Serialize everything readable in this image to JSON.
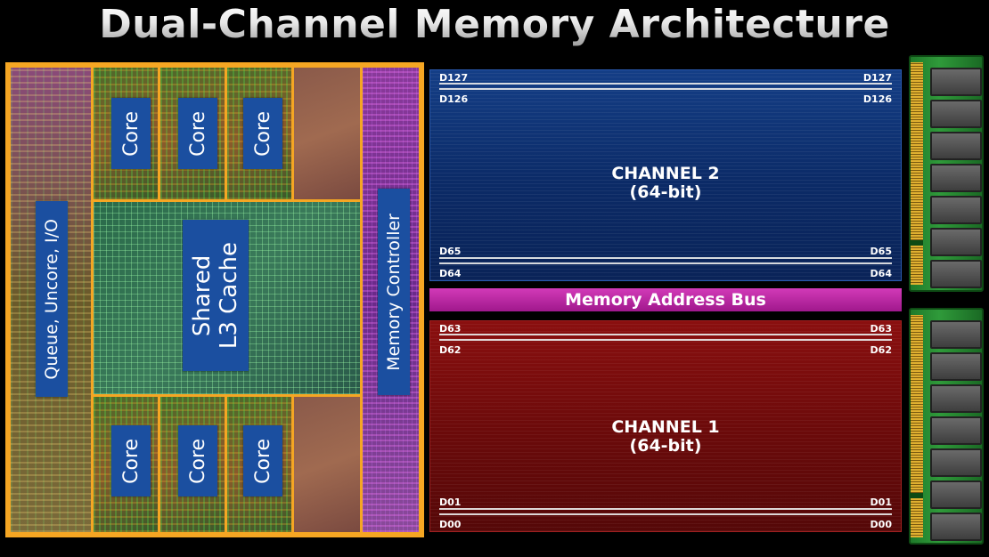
{
  "title": "Dual-Channel Memory Architecture",
  "die": {
    "queue_label": "Queue, Uncore, I/O",
    "cores": [
      "Core",
      "Core",
      "Core",
      "Core",
      "Core",
      "Core"
    ],
    "cache_label_line1": "Shared",
    "cache_label_line2": "L3 Cache",
    "memory_controller_label": "Memory Controller"
  },
  "channel2": {
    "title": "CHANNEL 2",
    "subtitle": "(64-bit)",
    "bits_top": [
      "D127",
      "D126"
    ],
    "bits_bottom": [
      "D65",
      "D64"
    ]
  },
  "bus": {
    "label": "Memory Address Bus"
  },
  "channel1": {
    "title": "CHANNEL 1",
    "subtitle": "(64-bit)",
    "bits_top": [
      "D63",
      "D62"
    ],
    "bits_bottom": [
      "D01",
      "D00"
    ]
  },
  "colors": {
    "accent_orange": "#f5a623",
    "label_blue": "#1b4fa0",
    "channel2_blue": "#0b2a66",
    "channel1_red": "#6a0a0a",
    "bus_magenta": "#c02aa8",
    "dimm_green": "#2f9a3a"
  }
}
